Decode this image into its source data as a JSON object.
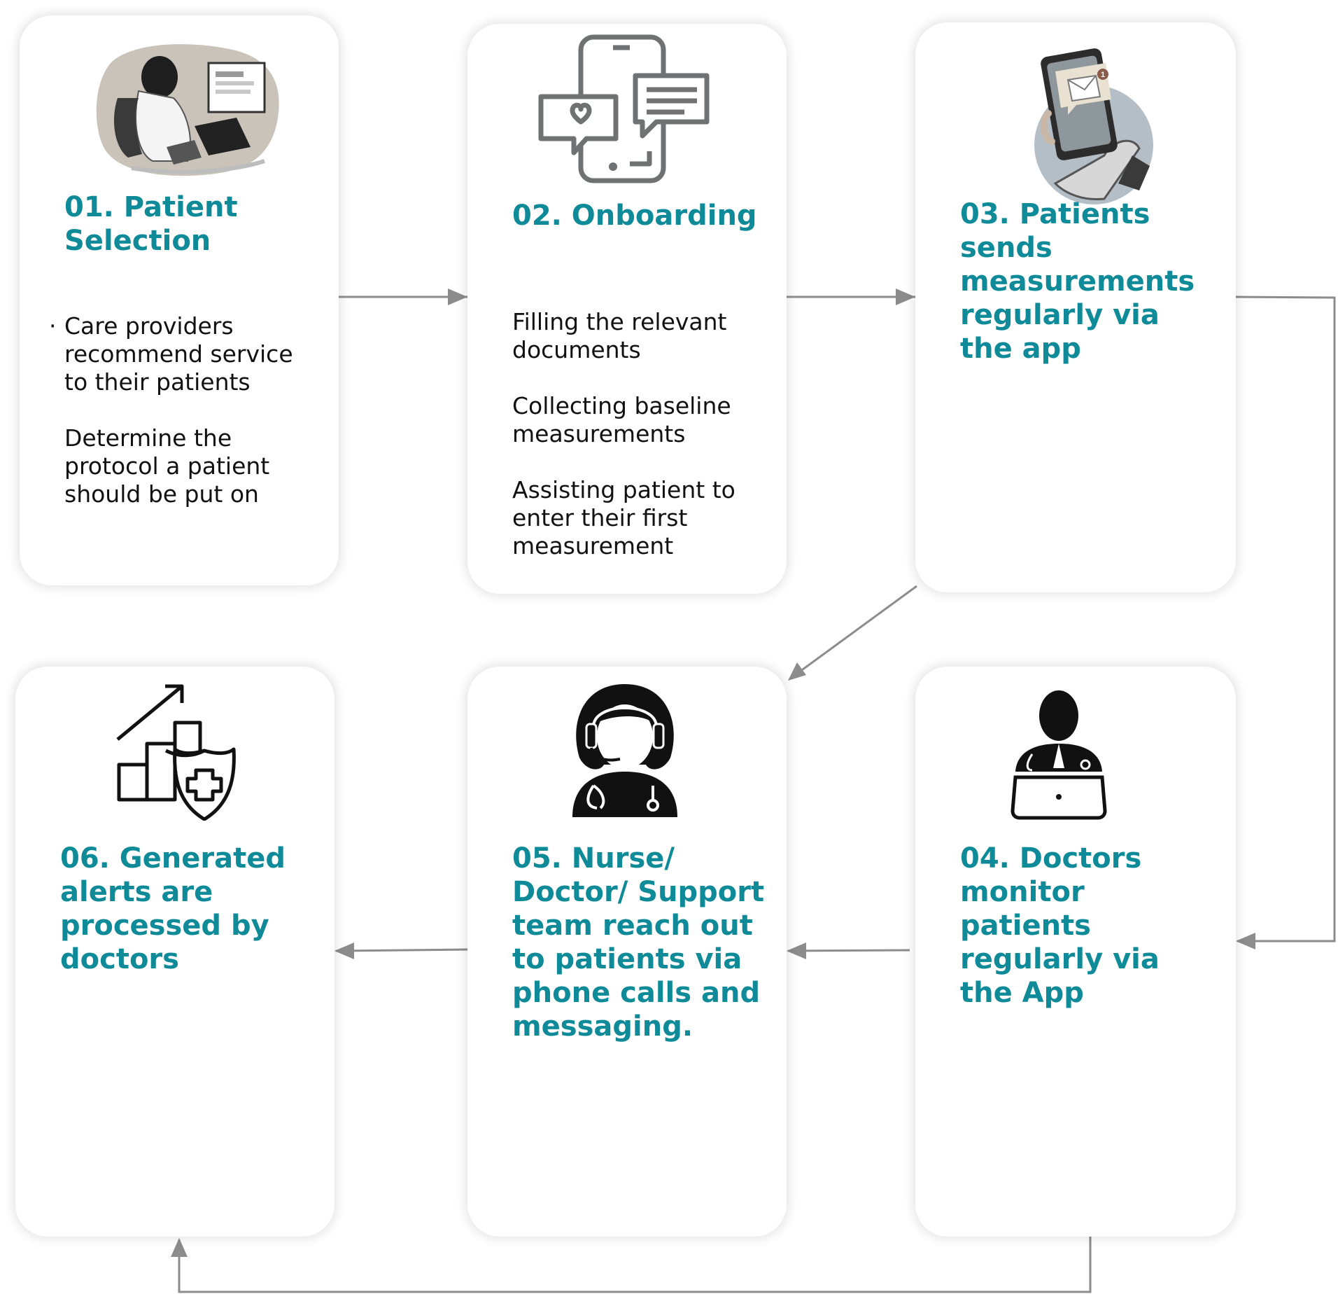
{
  "steps": [
    {
      "title": "01. Patient\nSelection",
      "icon": "doctor-at-computer-illustration",
      "bullet_marker": "·",
      "body": [
        "Care providers\nrecommend service\nto their patients",
        "Determine the\nprotocol a patient\nshould be put on"
      ]
    },
    {
      "title": "02. Onboarding",
      "icon": "phone-chat-icon",
      "body": [
        "Filling the relevant\ndocuments",
        "Collecting baseline\nmeasurements",
        "Assisting patient to\nenter their first\nmeasurement"
      ]
    },
    {
      "title": "03. Patients\nsends\nmeasurements\nregularly via\nthe app",
      "icon": "hand-phone-message-icon",
      "notification_count": "1"
    },
    {
      "title": "04. Doctors\nmonitor\npatients\nregularly via\nthe App",
      "icon": "doctor-laptop-icon"
    },
    {
      "title": "05. Nurse/\nDoctor/ Support\nteam reach out\nto patients via\nphone calls and\nmessaging.",
      "icon": "nurse-headset-icon"
    },
    {
      "title": "06. Generated\nalerts are\nprocessed by\ndoctors",
      "icon": "chart-shield-icon"
    }
  ],
  "colors": {
    "accent": "#0e8a98",
    "arrow": "#8c8c8c",
    "icon_gray": "#6f7173"
  }
}
